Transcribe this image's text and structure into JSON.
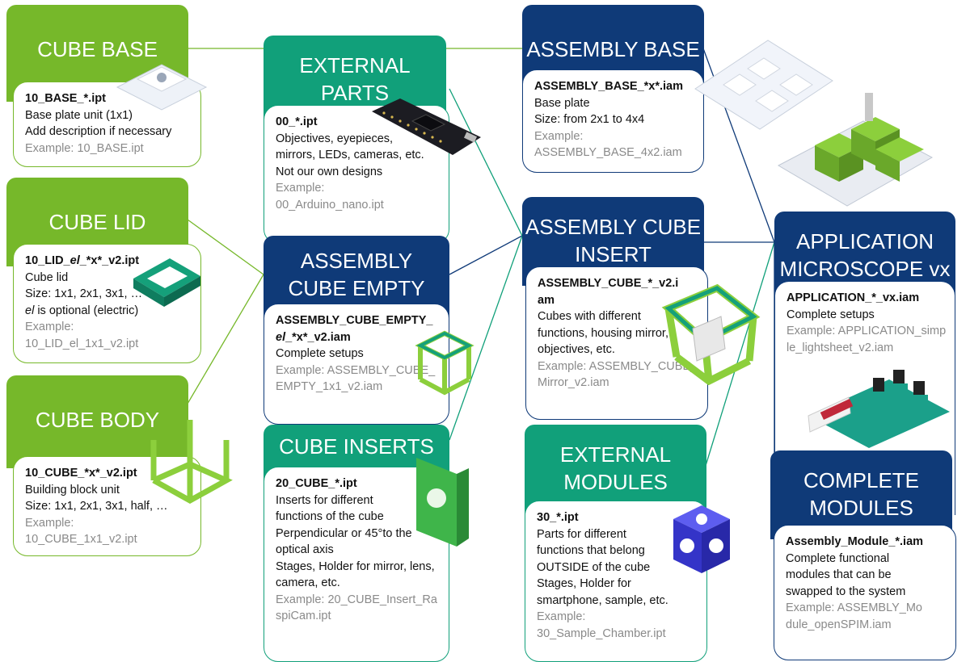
{
  "nodes": {
    "cube_base": {
      "title": "CUBE BASE",
      "file": "10_BASE_*.ipt",
      "lines": [
        "Base plate unit (1x1)",
        "Add description if necessary"
      ],
      "example": "Example: 10_BASE.ipt"
    },
    "cube_lid": {
      "title": "CUBE LID",
      "file_pre": "10_LID_",
      "file_em": "el",
      "file_post": "_*x*_v2.ipt",
      "lines": [
        "Cube lid",
        "Size: 1x1, 2x1, 3x1, …"
      ],
      "line_em": "el",
      "line_post": " is optional (electric)",
      "example": "Example: 10_LID_el_1x1_v2.ipt"
    },
    "cube_body": {
      "title": "CUBE BODY",
      "file": "10_CUBE_*x*_v2.ipt",
      "lines": [
        "Building block unit",
        "Size: 1x1, 2x1, 3x1, half, …"
      ],
      "example": "Example: 10_CUBE_1x1_v2.ipt"
    },
    "external_parts": {
      "title": "EXTERNAL PARTS",
      "file": "00_*.ipt",
      "lines": [
        "Objectives, eyepieces, mirrors, LEDs, cameras, etc.",
        "Not our own designs"
      ],
      "example": "Example: 00_Arduino_nano.ipt"
    },
    "assembly_cube_empty": {
      "title": "ASSEMBLY CUBE EMPTY",
      "file_pre": "ASSEMBLY_CUBE_EMPTY_",
      "file_em": "el",
      "file_post": "_*x*_v2.iam",
      "lines": [
        "Complete setups"
      ],
      "example": "Example: ASSEMBLY_CUBE_EMPTY_1x1_v2.iam"
    },
    "cube_inserts": {
      "title": "CUBE INSERTS",
      "file": "20_CUBE_*.ipt",
      "lines": [
        "Inserts for different functions of the cube",
        "Perpendicular or 45°to the optical axis",
        "Stages, Holder for mirror, lens, camera, etc."
      ],
      "example": "Example: 20_CUBE_Insert_RaspiCam.ipt"
    },
    "assembly_base": {
      "title": "ASSEMBLY BASE",
      "file": "ASSEMBLY_BASE_*x*.iam",
      "lines": [
        "Base plate",
        "Size: from 2x1 to 4x4"
      ],
      "example": "Example: ASSEMBLY_BASE_4x2.iam"
    },
    "assembly_cube_insert": {
      "title": "ASSEMBLY CUBE INSERT",
      "file": "ASSEMBLY_CUBE_*_v2.iam",
      "lines": [
        "Cubes with different functions, housing mirror, objectives, etc."
      ],
      "example": "Example: ASSEMBLY_CUBE_Mirror_v2.iam"
    },
    "external_modules": {
      "title": "EXTERNAL MODULES",
      "file": "30_*.ipt",
      "lines": [
        "Parts for different functions that belong OUTSIDE of the cube",
        "Stages, Holder for smartphone, sample, etc."
      ],
      "example": "Example: 30_Sample_Chamber.ipt"
    },
    "application": {
      "title": "APPLICATION MICROSCOPE vx",
      "file": "APPLICATION_*_vx.iam",
      "lines": [
        "Complete setups"
      ],
      "example": "Example: APPLICATION_simple_lightsheet_v2.iam"
    },
    "complete_modules": {
      "title": "COMPLETE MODULES",
      "file": "Assembly_Module_*.iam",
      "lines": [
        "Complete functional modules that can be swapped to the system"
      ],
      "example": "Example: ASSEMBLY_Module_openSPIM.iam"
    }
  },
  "colors": {
    "lime": "#76b82a",
    "teal": "#11a07a",
    "navy": "#0f3a78"
  }
}
